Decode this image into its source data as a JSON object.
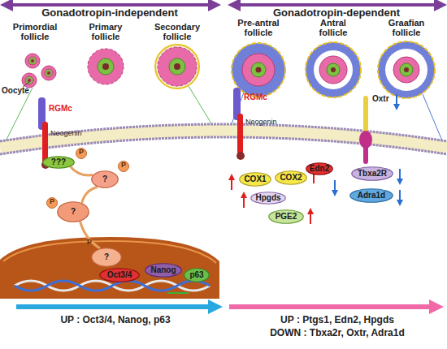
{
  "diagram": {
    "nodes": [
      {
        "text": [
          "???"
        ]
      },
      {
        "text": [
          "?"
        ]
      },
      {
        "text": [
          "?"
        ]
      },
      {
        "text": [
          "?"
        ]
      },
      {
        "text": [
          "Oct3/4"
        ]
      },
      {
        "text": [
          "Nanog"
        ]
      },
      {
        "text": [
          "p63"
        ]
      },
      {
        "text": [
          "COX1"
        ]
      },
      {
        "text": [
          "COX2"
        ]
      },
      {
        "text": [
          "Hpgds"
        ]
      },
      {
        "text": [
          "PGE2"
        ]
      },
      {
        "text": [
          "Edn2"
        ]
      },
      {
        "text": [
          "Tbxa2R"
        ]
      },
      {
        "text": [
          "Adra1d"
        ]
      }
    ],
    "edges": [
      {
        "from": 0,
        "to": 1,
        "arrow": "none"
      },
      {
        "from": 1,
        "to": 2,
        "arrow": "none"
      },
      {
        "from": 2,
        "to": 3,
        "arrow": "none"
      }
    ],
    "labels": [
      "Gonadotropin-independent",
      "Gonadotropin-dependent",
      "Primordial follicle",
      "Primary follicle",
      "Secondary follicle",
      "Pre-antral follicle",
      "Antral follicle",
      "Graafian follicle",
      "Oocyte",
      "RGMc",
      "Neogenin",
      "P",
      "P",
      "P",
      "P",
      "RGMc",
      "Neogenin",
      "Oxtr",
      "UP : Oct3/4, Nanog, p63",
      "UP : Ptgs1, Edn2, Hpgds",
      "DOWN : Tbxa2r, Oxtr, Adra1d"
    ]
  }
}
